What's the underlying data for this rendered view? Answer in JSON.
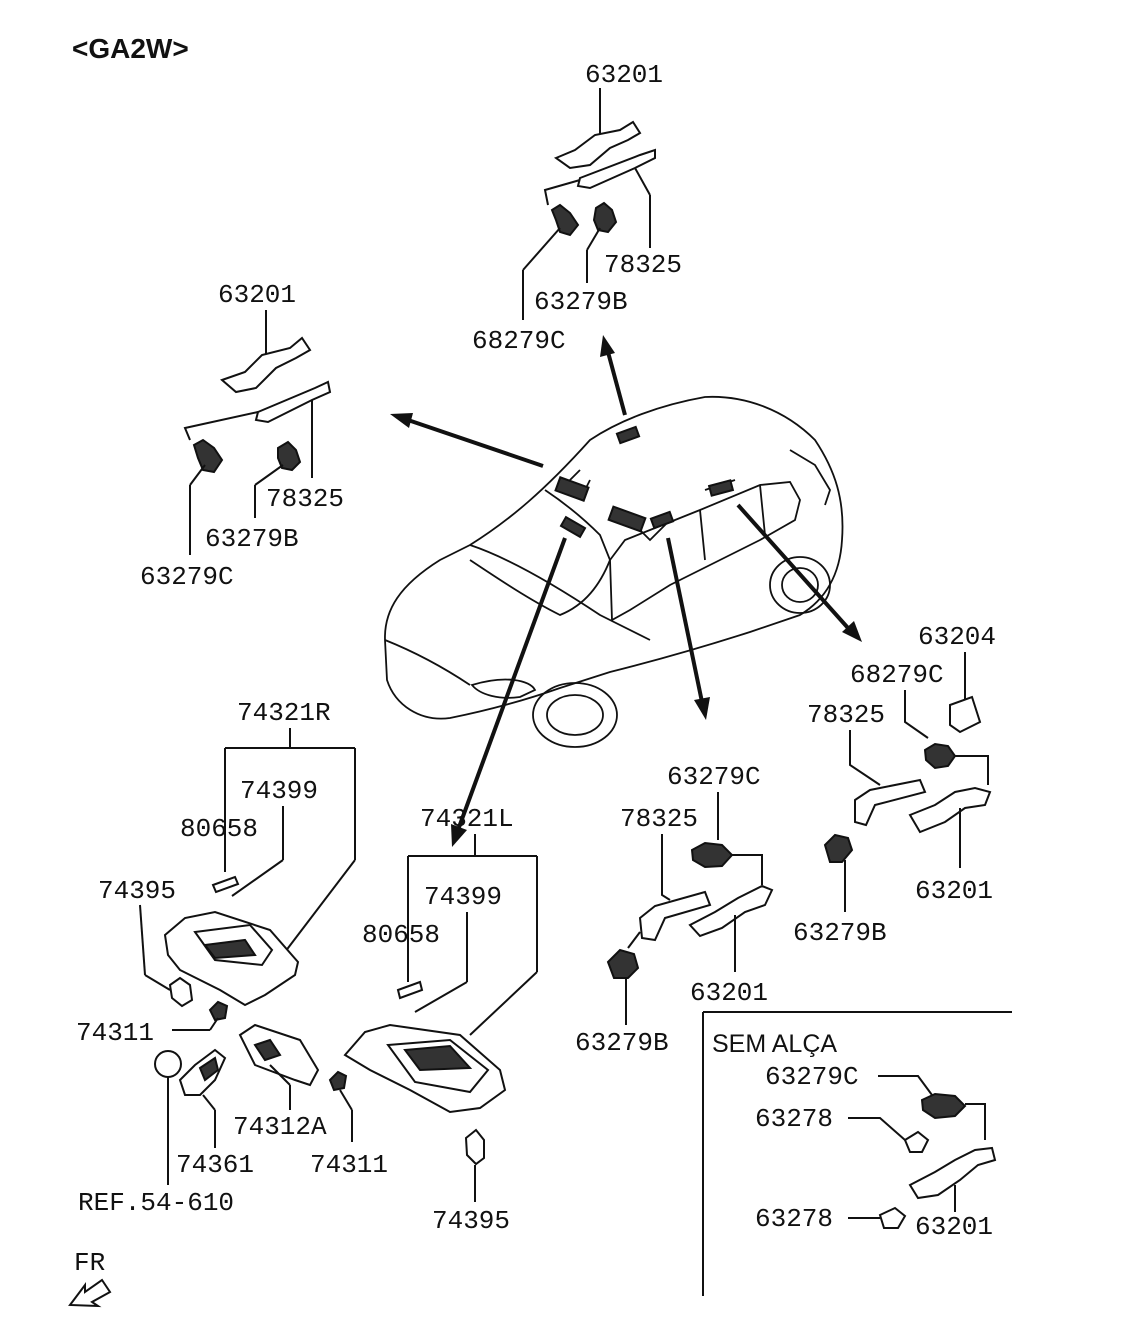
{
  "diagram": {
    "title": "<GA2W>",
    "box_label": "SEM ALÇA",
    "fr_label": "FR",
    "group_top": {
      "p63201": "63201",
      "p78325": "78325",
      "p63279B": "63279B",
      "p68279C": "68279C"
    },
    "group_left": {
      "p63201": "63201",
      "p78325": "78325",
      "p63279B": "63279B",
      "p63279C": "63279C"
    },
    "group_right": {
      "p63204": "63204",
      "p68279C": "68279C",
      "p78325": "78325",
      "p63279B": "63279B",
      "p63201": "63201"
    },
    "group_mid": {
      "p63279C": "63279C",
      "p78325": "78325",
      "p63201": "63201",
      "p63279B": "63279B"
    },
    "visor_r": {
      "p74321R": "74321R",
      "p74399": "74399",
      "p80658": "80658",
      "p74395": "74395",
      "p74311": "74311",
      "p74312A": "74312A",
      "p74361": "74361",
      "ref": "REF.54-610"
    },
    "visor_l": {
      "p74321L": "74321L",
      "p74399": "74399",
      "p80658": "80658",
      "p74311": "74311",
      "p74395": "74395"
    },
    "box": {
      "p63279C": "63279C",
      "p63278a": "63278",
      "p63278b": "63278",
      "p63201": "63201"
    }
  }
}
